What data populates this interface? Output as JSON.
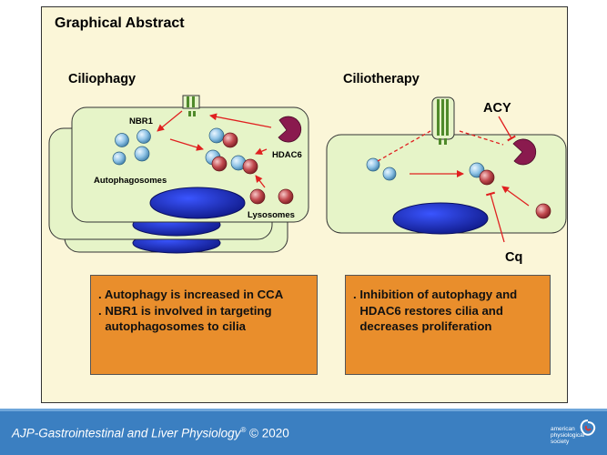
{
  "title": "Graphical Abstract",
  "left_panel": {
    "heading": "Ciliophagy",
    "labels": {
      "nbr1": "NBR1",
      "hdac6": "HDAC6",
      "autophagosomes": "Autophagosomes",
      "lysosomes": "Lysosomes"
    },
    "box_lines": [
      ". Autophagy is increased in CCA",
      ". NBR1 is involved in targeting",
      "  autophagosomes to cilia"
    ]
  },
  "right_panel": {
    "heading": "Ciliotherapy",
    "labels": {
      "acy": "ACY",
      "cq": "Cq"
    },
    "box_lines": [
      ". Inhibition of autophagy and",
      "  HDAC6 restores cilia and",
      "  decreases proliferation"
    ]
  },
  "footer": {
    "journal": "AJP-Gastrointestinal and Liver Physiology",
    "registered_mark": "®",
    "copyright": "© 2020",
    "society_lines": [
      "american",
      "physiological",
      "society"
    ]
  },
  "colors": {
    "background": "#fbf6d8",
    "cell_fill": "#e6f4c8",
    "cilium": "#4f8a2b",
    "nucleus": "#1b2bb8",
    "autophagosome": "#8fc3e6",
    "lysosome": "#c24a4f",
    "arrow": "#e02020",
    "hdac6": "#8a1a4e",
    "text_box": "#e98e2c",
    "footer": "#3b7fc1"
  }
}
